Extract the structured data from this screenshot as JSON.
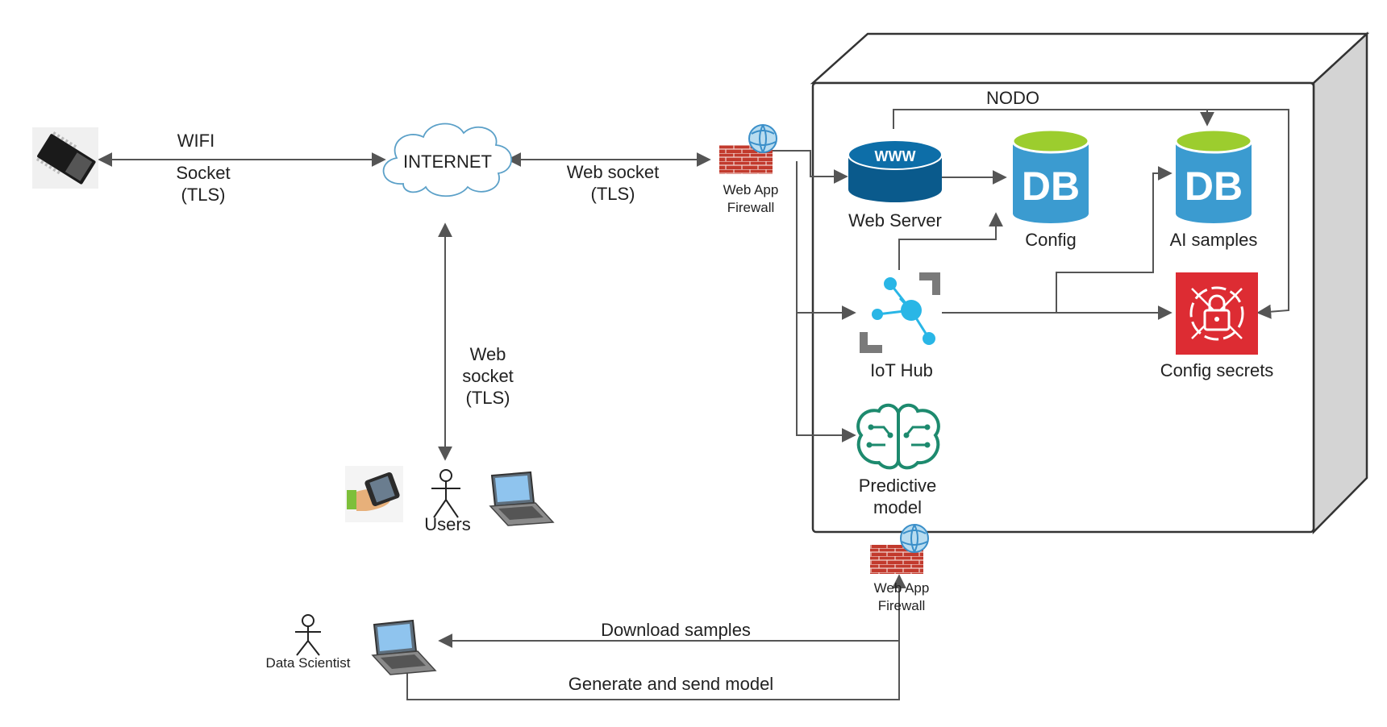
{
  "node_container": {
    "title": "NODO"
  },
  "labels": {
    "wifi": "WIFI",
    "socket_line1": "Socket",
    "socket_line2": "(TLS)",
    "internet": "INTERNET",
    "websocket_line1": "Web socket",
    "websocket_line2": "(TLS)",
    "waf_top_line1": "Web App",
    "waf_top_line2": "Firewall",
    "web_server": "Web Server",
    "www": "WWW",
    "db_text": "DB",
    "config": "Config",
    "ai_samples": "AI samples",
    "iot_hub": "IoT Hub",
    "config_secrets": "Config secrets",
    "predictive_line1": "Predictive",
    "predictive_line2": "model",
    "users_ws_line1": "Web",
    "users_ws_line2": "socket",
    "users_ws_line3": "(TLS)",
    "users": "Users",
    "waf_bottom_line1": "Web App",
    "waf_bottom_line2": "Firewall",
    "data_scientist": "Data Scientist",
    "download_samples": "Download samples",
    "generate_model": "Generate and send model"
  },
  "icons": {
    "device": "esp32-board-icon",
    "cloud": "cloud-icon",
    "firewall": "firewall-icon",
    "web_server": "www-server-icon",
    "database": "database-icon",
    "iot_hub": "iot-hub-icon",
    "secrets": "key-vault-icon",
    "ml": "brain-circuit-icon",
    "phone": "smartphone-icon",
    "laptop": "laptop-icon",
    "person": "stick-figure-icon"
  },
  "colors": {
    "db_top": "#9ccd2e",
    "db_body": "#3b9bd0",
    "server": "#0a5a8c",
    "secrets": "#dd2c33",
    "iot": "#29b6e6",
    "ml": "#1d8a6e",
    "brick": "#c0392b"
  }
}
